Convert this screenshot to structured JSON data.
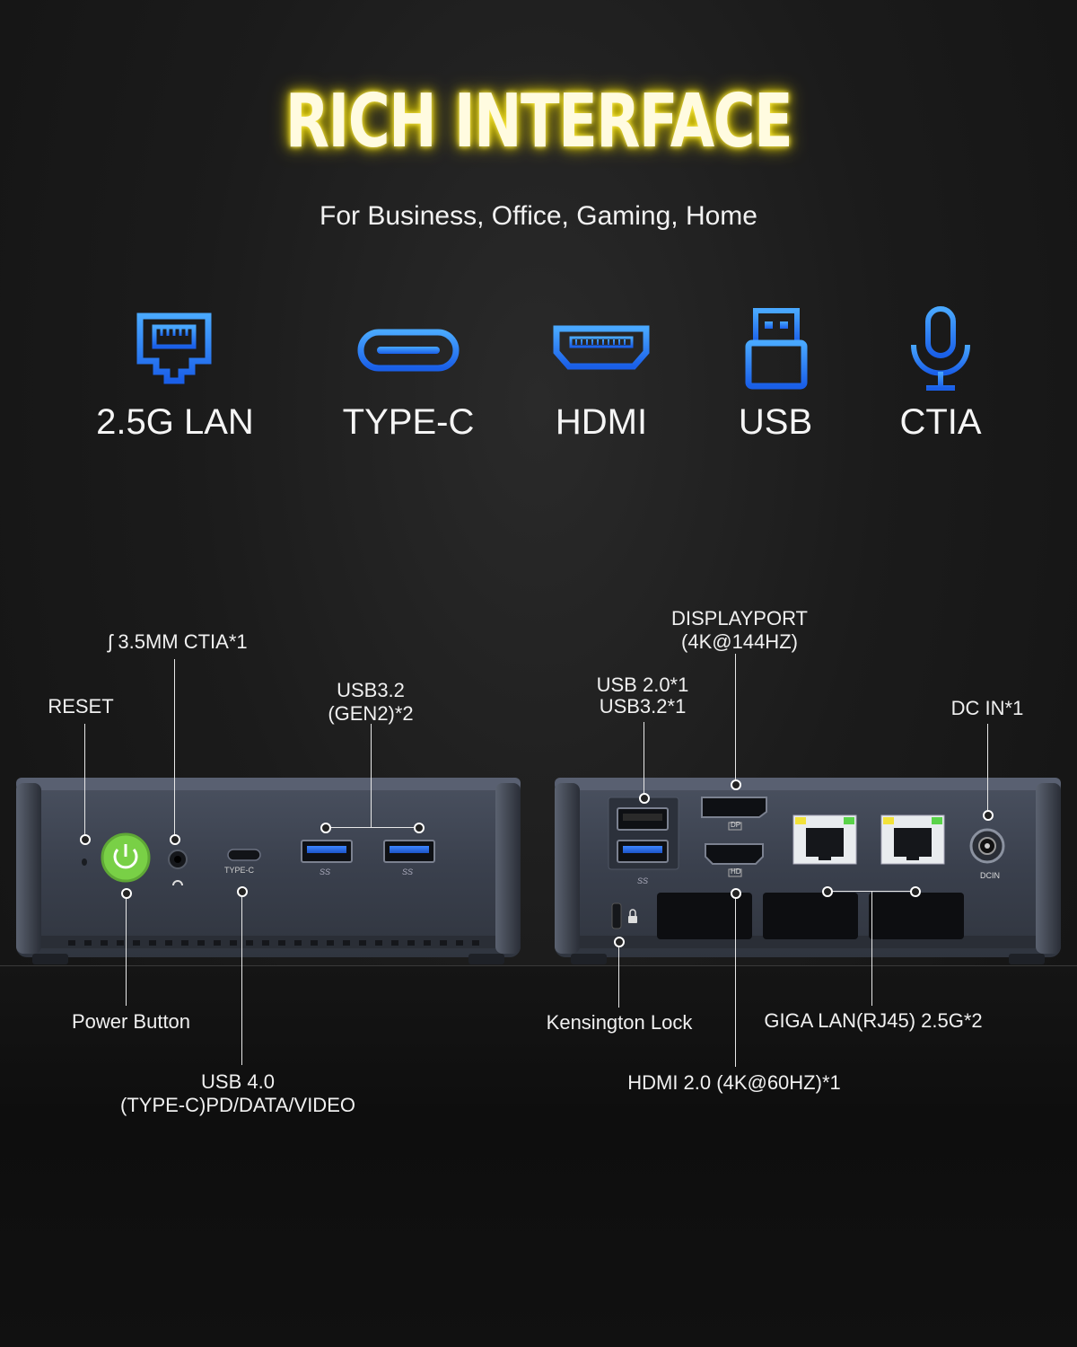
{
  "header": {
    "title": "RICH INTERFACE",
    "subtitle": "For Business, Office, Gaming, Home"
  },
  "features": [
    {
      "label": "2.5G LAN",
      "icon": "ethernet-port-icon"
    },
    {
      "label": "TYPE-C",
      "icon": "type-c-port-icon"
    },
    {
      "label": "HDMI",
      "icon": "hdmi-port-icon"
    },
    {
      "label": "USB",
      "icon": "usb-plug-icon"
    },
    {
      "label": "CTIA",
      "icon": "microphone-icon"
    }
  ],
  "front_panel": {
    "ctia": "ʃ 3.5MM CTIA*1",
    "reset": "RESET",
    "usb32_line1": "USB3.2",
    "usb32_line2": "(GEN2)*2",
    "power": "Power Button",
    "usb4_line1": "USB 4.0",
    "usb4_line2": "(TYPE-C)PD/DATA/VIDEO",
    "typec_port_text": "TYPE-C",
    "ss_text": "SS"
  },
  "rear_panel": {
    "dp_line1": "DISPLAYPORT",
    "dp_line2": "(4K@144HZ)",
    "usb_line1": "USB 2.0*1",
    "usb_line2": "USB3.2*1",
    "dcin": "DC IN*1",
    "kensington": "Kensington Lock",
    "giga_lan": "GIGA LAN(RJ45) 2.5G*2",
    "hdmi": "HDMI 2.0 (4K@60HZ)*1",
    "dp_port_text": "DP",
    "hd_port_text": "HD",
    "dcin_port_text": "DCIN",
    "ss_text": "SS"
  },
  "colors": {
    "icon_blue": "#2f8cff",
    "title_glow": "#e8d400",
    "power_green": "#7fd94a",
    "usb_blue": "#2a6fe0",
    "device_body": "#3b4150"
  }
}
